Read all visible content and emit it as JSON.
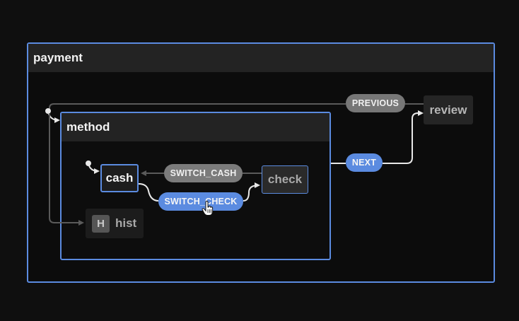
{
  "states": {
    "payment": "payment",
    "method": "method",
    "cash": "cash",
    "check": "check",
    "review": "review",
    "hist": "hist",
    "hist_badge": "H"
  },
  "events": {
    "previous": "PREVIOUS",
    "next": "NEXT",
    "switch_cash": "SWITCH_CASH",
    "switch_check": "SWITCH_CHECK"
  },
  "colors": {
    "background": "#0f0f0f",
    "active_border": "#5b8be0",
    "active_event": "#5b8be0",
    "inactive_event": "#777777",
    "header": "#232323"
  },
  "icons": [
    "initial-state-dot-icon",
    "history-badge-icon",
    "hand-pointer-cursor-icon"
  ]
}
